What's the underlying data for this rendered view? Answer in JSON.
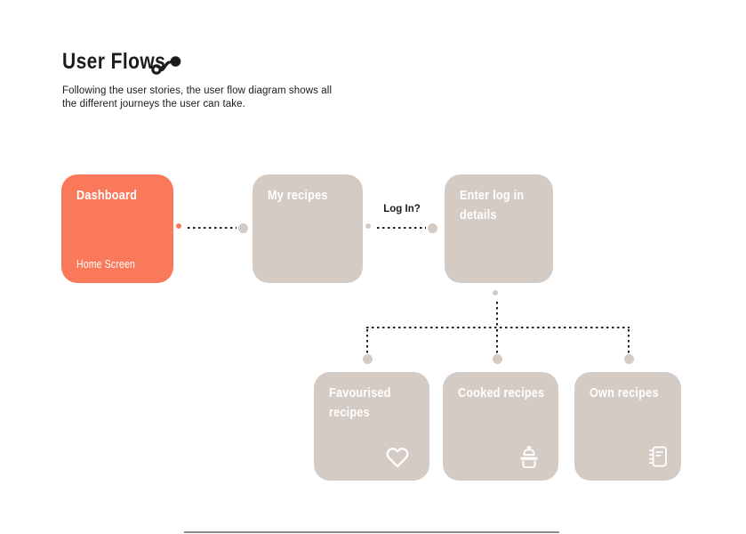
{
  "header": {
    "title": "User Flows",
    "subtitle_line1": "Following the user stories, the user flow diagram shows all",
    "subtitle_line2": "the different journeys the user can take."
  },
  "colors": {
    "coral": "#FB795B",
    "taupe": "#D5CBC5",
    "dot_line": "#1E1E1E",
    "text": "#1C1C1C",
    "divider": "#8C8C8C",
    "node_text": "#FFFFFF"
  },
  "nodes": {
    "dashboard": {
      "title": "Dashboard",
      "subtitle": "Home Screen"
    },
    "my_recipes": {
      "title": "My recipes"
    },
    "enter_login": {
      "title_line1": "Enter log in",
      "title_line2": "details"
    },
    "favourised": {
      "title_line1": "Favourised",
      "title_line2": "recipes",
      "icon": "heart-icon"
    },
    "cooked": {
      "title": "Cooked recipes",
      "icon": "pot-icon"
    },
    "own": {
      "title": "Own recipes",
      "icon": "notebook-icon"
    }
  },
  "connectors": {
    "login_label": "Log In?"
  }
}
